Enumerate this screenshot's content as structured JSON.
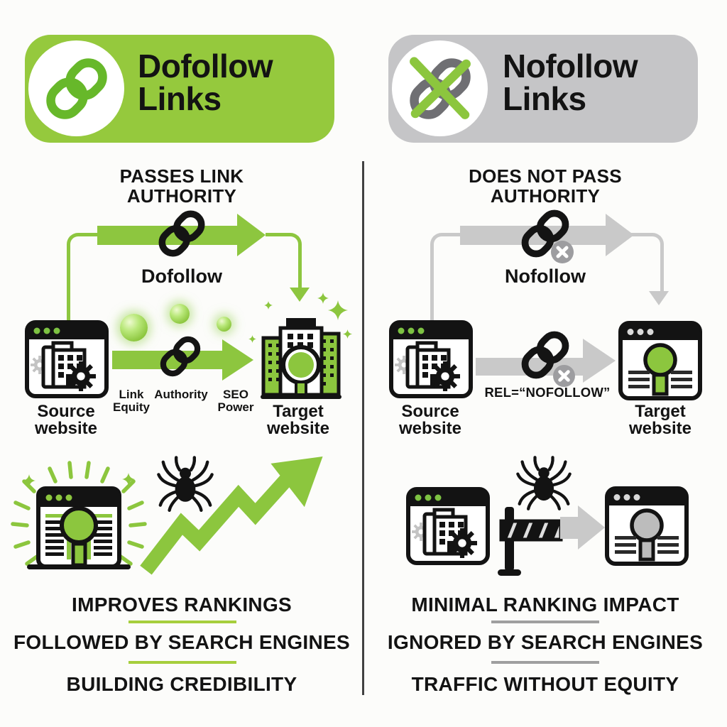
{
  "colors": {
    "green": "#8dc63f",
    "green_badge": "#95c93d",
    "lime_rule": "#a6ce3c",
    "gray_badge": "#c5c5c7",
    "gray_arrow": "#c9c9c9",
    "gray_chain": "#6f6f73",
    "text": "#131313"
  },
  "icons": [
    "chain-link-icon",
    "broken-chain-icon",
    "x-badge-icon",
    "browser-window-icon",
    "building-icon",
    "gear-icon",
    "spider-crawler-icon",
    "growth-arrow-icon",
    "road-barrier-icon",
    "sparkle-icon",
    "link-juice-orb",
    "flow-arrow"
  ],
  "left": {
    "header": {
      "title": "Dofollow\nLinks"
    },
    "subtitle": "PASSES LINK\nAUTHORITY",
    "flow": {
      "label": "Dofollow"
    },
    "source": {
      "label": "Source\nwebsite"
    },
    "equity": {
      "l1": "Link\nEquity",
      "l2": "Authority",
      "l3": "SEO\nPower"
    },
    "target": {
      "label": "Target\nwebsite"
    },
    "benefits": [
      "IMPROVES RANKINGS",
      "FOLLOWED BY SEARCH ENGINES",
      "BUILDING CREDIBILITY"
    ]
  },
  "right": {
    "header": {
      "title": "Nofollow\nLinks"
    },
    "subtitle": "DOES NOT PASS\nAUTHORITY",
    "flow": {
      "label": "Nofollow",
      "rel": "REL=“NOFOLLOW”"
    },
    "source": {
      "label": "Source\nwebsite"
    },
    "target": {
      "label": "Target\nwebsite"
    },
    "drawbacks": [
      "MINIMAL RANKING IMPACT",
      "IGNORED BY SEARCH ENGINES",
      "TRAFFIC WITHOUT EQUITY"
    ]
  }
}
